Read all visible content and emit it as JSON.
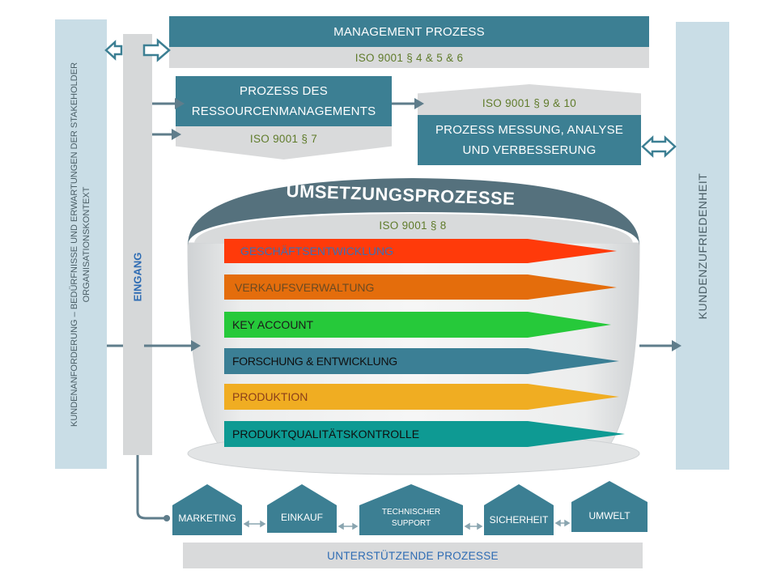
{
  "left_bar": {
    "line1": "KUNDENANFORDERUNG – BEDÜRFNISSE UND ERWARTUNGEN DER STAKEHOLDER",
    "line2": "ORGANISATIONSKONTEXT"
  },
  "eingang": "EINGANG",
  "right_bar": "KUNDENZUFRIEDENHEIT",
  "management": {
    "title": "MANAGEMENT PROZESS",
    "iso": "ISO 9001 § 4 & 5 & 6"
  },
  "ressourcen": {
    "title_line1": "PROZESS DES",
    "title_line2": "RESSOURCENMANAGEMENTS",
    "iso": "ISO 9001 § 7"
  },
  "messung": {
    "iso": "ISO 9001 § 9 & 10",
    "title_line1": "PROZESS MESSUNG, ANALYSE",
    "title_line2": "UND VERBESSERUNG"
  },
  "umsetzung": {
    "title": "UMSETZUNGSPROZESSE",
    "iso": "ISO 9001 § 8",
    "processes": [
      {
        "label": "GESCHÄFTSENTWICKLUNG",
        "color": "#ff3a0a",
        "text_color": "#3a6fb5"
      },
      {
        "label": "VERKAUFSVERWALTUNG",
        "color": "#e46d0c",
        "text_color": "#6b4a22"
      },
      {
        "label": "KEY ACCOUNT",
        "color": "#26c93a",
        "text_color": "#1a1a1a"
      },
      {
        "label": "FORSCHUNG & ENTWICKLUNG",
        "color": "#3b7f95",
        "text_color": "#0f0f0f"
      },
      {
        "label": "PRODUKTION",
        "color": "#f0ad22",
        "text_color": "#8a3e1a"
      },
      {
        "label": "PRODUKTQUALITÄTSKONTROLLE",
        "color": "#0e9a93",
        "text_color": "#0f0f0f"
      }
    ]
  },
  "support": {
    "items": [
      {
        "line1": "MARKETING",
        "line2": ""
      },
      {
        "line1": "EINKAUF",
        "line2": ""
      },
      {
        "line1": "TECHNISCHER",
        "line2": "SUPPORT"
      },
      {
        "line1": "SICHERHEIT",
        "line2": ""
      },
      {
        "line1": "UMWELT",
        "line2": ""
      }
    ],
    "title": "UNTERSTÜTZENDE PROZESSE"
  },
  "colors": {
    "teal": "#3c7f93",
    "light_blue": "#c9dde6",
    "grey": "#d9dadb",
    "iso_text": "#5f7b2a",
    "arrow_grey": "#5f7d8b",
    "support_blue": "#2d6bb3"
  }
}
